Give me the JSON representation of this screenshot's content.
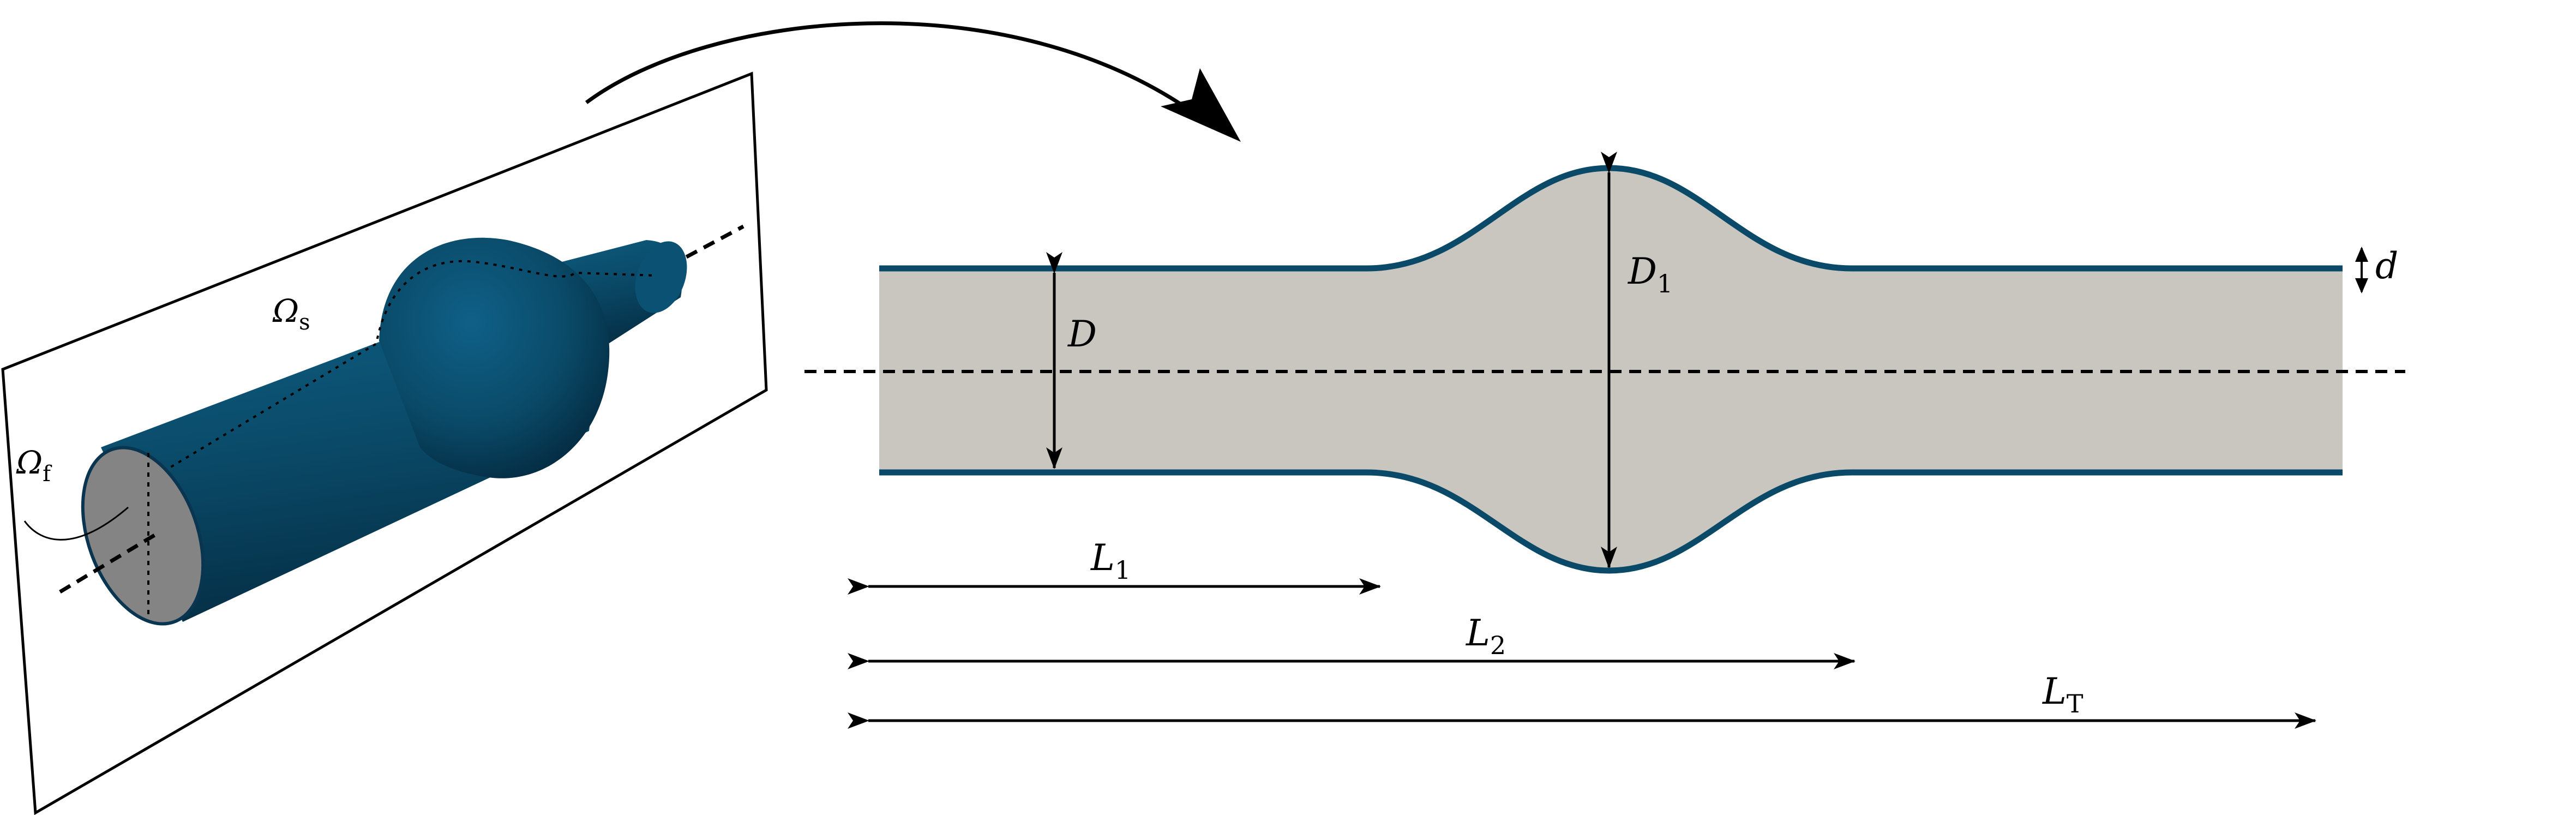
{
  "colors": {
    "vessel": "#0a4a68",
    "vessel_dark": "#053a55",
    "fluid": "#c8c6bf",
    "section": "#848484",
    "line": "#000000"
  },
  "labels": {
    "omega_s": {
      "base": "Ω",
      "sub": "s"
    },
    "omega_f": {
      "base": "Ω",
      "sub": "f"
    },
    "D": {
      "base": "D"
    },
    "D1": {
      "base": "D",
      "sub": "1"
    },
    "d": {
      "base": "d"
    },
    "L1": {
      "base": "L",
      "sub": "1"
    },
    "L2": {
      "base": "L",
      "sub": "2"
    },
    "LT": {
      "base": "L",
      "sub": "T"
    }
  }
}
